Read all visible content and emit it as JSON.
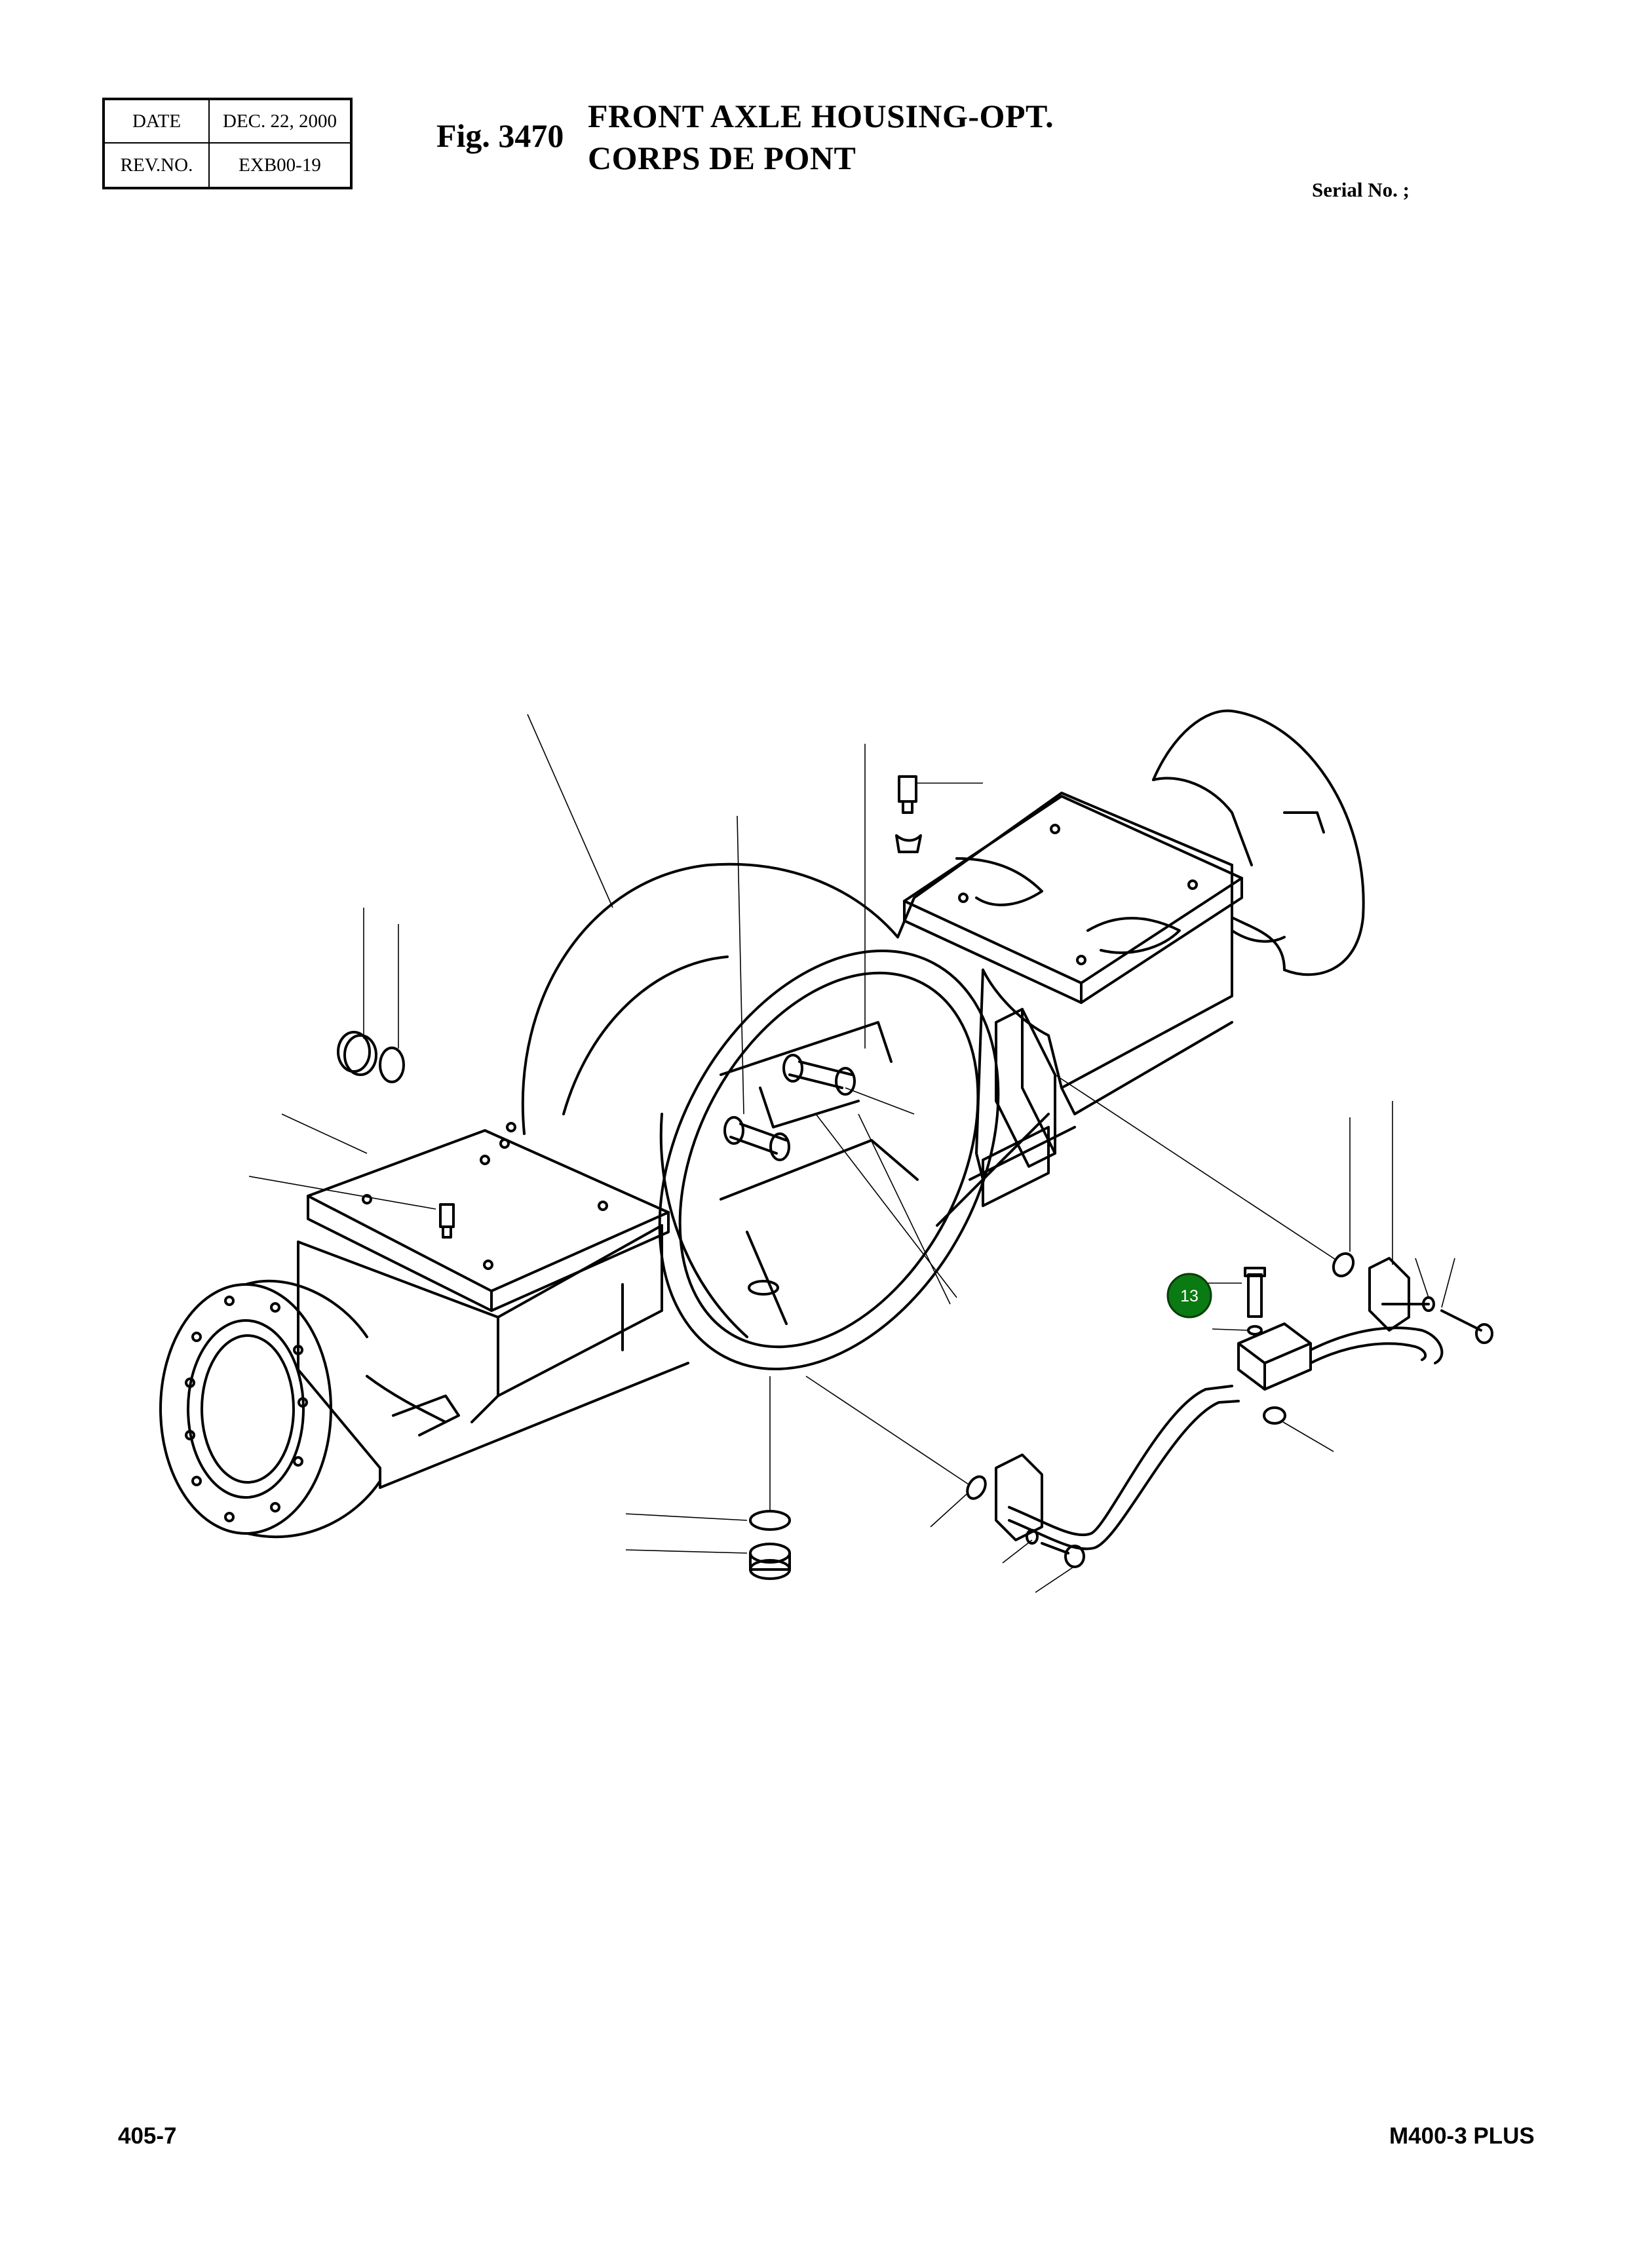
{
  "revision": {
    "date_label": "DATE",
    "date_value": "DEC. 22, 2000",
    "rev_label": "REV.NO.",
    "rev_value": "EXB00-19"
  },
  "figure": {
    "number": "Fig. 3470",
    "title_en": "FRONT AXLE HOUSING-OPT.",
    "title_fr": "CORPS DE PONT"
  },
  "serial": "Serial No. ;",
  "callouts": [
    {
      "label": "13",
      "color": "#0a7a12"
    }
  ],
  "footer": {
    "page": "405-7",
    "model": "M400-3 PLUS"
  }
}
